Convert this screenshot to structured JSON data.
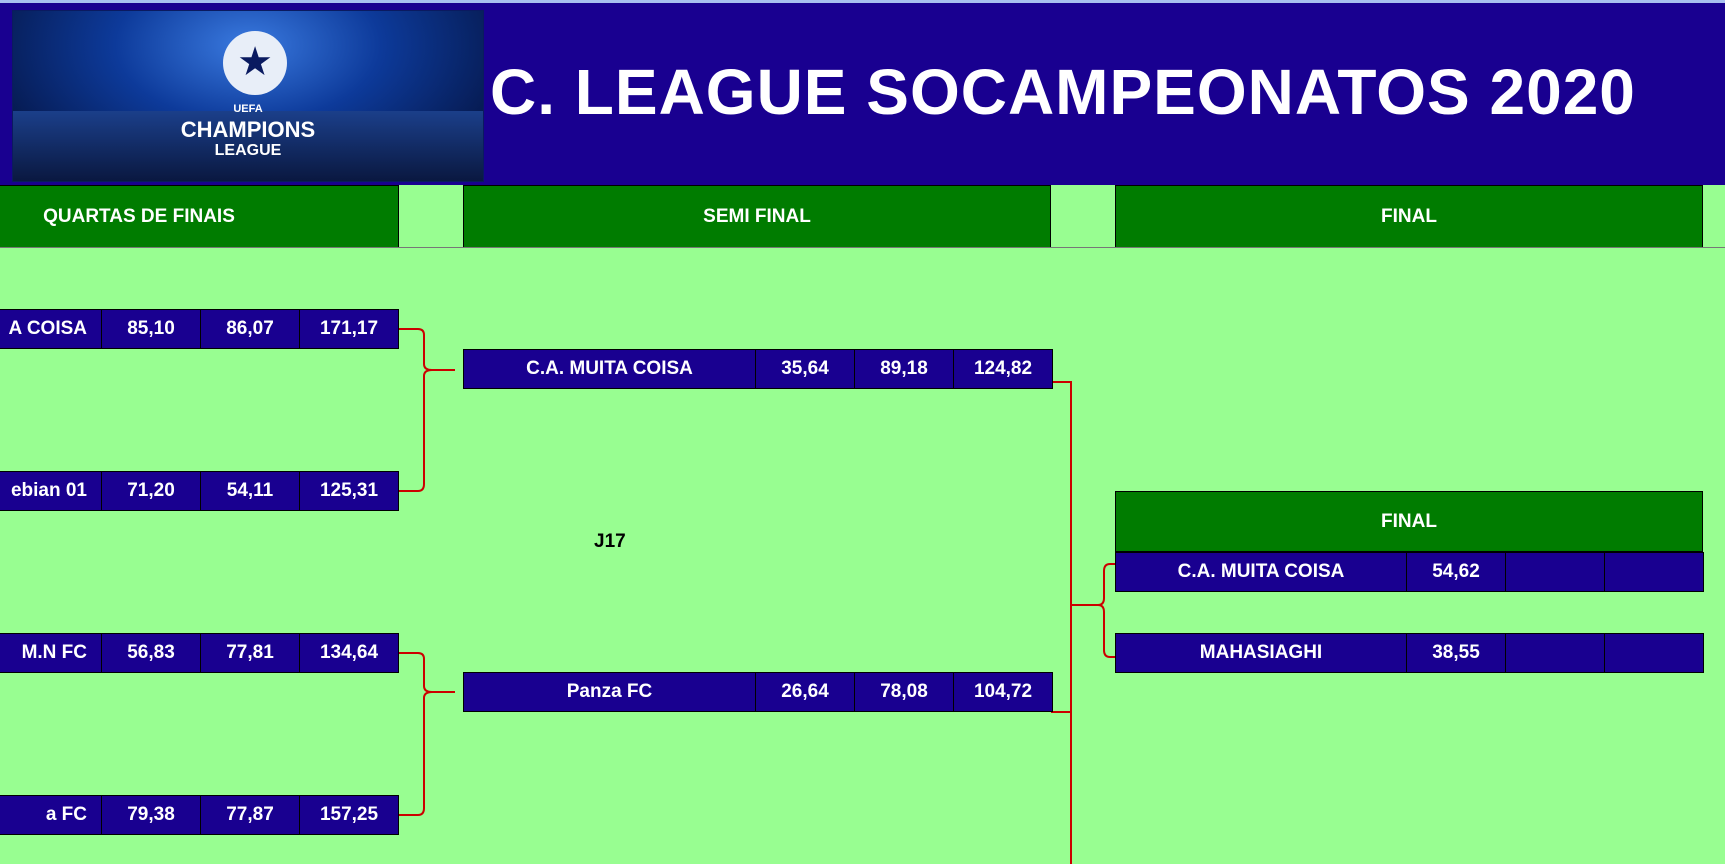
{
  "header": {
    "title": "C. LEAGUE SOCAMPEONATOS 2020",
    "logo_text": [
      "UEFA",
      "CHAMPIONS",
      "LEAGUE"
    ]
  },
  "stages": {
    "quarter": "QUARTAS DE FINAIS",
    "semi": "SEMI FINAL",
    "final": "FINAL"
  },
  "quarterfinals": [
    {
      "team": "A COISA",
      "s1": "85,10",
      "s2": "86,07",
      "total": "171,17"
    },
    {
      "team": "ebian 01",
      "s1": "71,20",
      "s2": "54,11",
      "total": "125,31"
    },
    {
      "team": "M.N FC",
      "s1": "56,83",
      "s2": "77,81",
      "total": "134,64"
    },
    {
      "team": "a FC",
      "s1": "79,38",
      "s2": "77,87",
      "total": "157,25"
    }
  ],
  "semifinals": [
    {
      "team": "C.A. MUITA COISA",
      "s1": "35,64",
      "s2": "89,18",
      "total": "124,82"
    },
    {
      "team": "Panza FC",
      "s1": "26,64",
      "s2": "78,08",
      "total": "104,72"
    }
  ],
  "semi_label": "J17",
  "final": {
    "title": "FINAL",
    "rows": [
      {
        "team": "C.A. MUITA COISA",
        "s1": "54,62",
        "s2": "",
        "total": ""
      },
      {
        "team": "MAHASIAGHI",
        "s1": "38,55",
        "s2": "",
        "total": ""
      }
    ]
  },
  "colors": {
    "navy": "#190090",
    "green": "#007c00",
    "bg": "#98fe91",
    "line": "#cc0000"
  }
}
